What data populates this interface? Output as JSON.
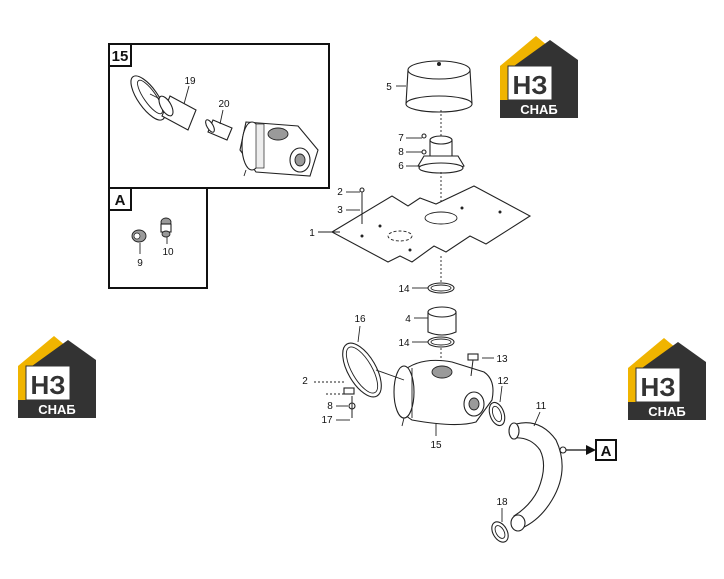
{
  "inset_15": {
    "label": "15",
    "parts": [
      "19",
      "20"
    ]
  },
  "inset_a": {
    "label": "A",
    "parts": [
      "9",
      "10"
    ]
  },
  "main_labels": {
    "p5": "5",
    "p7": "7",
    "p8_top": "8",
    "p6": "6",
    "p2_top": "2",
    "p3": "3",
    "p1": "1",
    "p14_upper": "14",
    "p4": "4",
    "p14_lower": "14",
    "p16": "16",
    "p13": "13",
    "p2_left": "2",
    "p12": "12",
    "p11": "11",
    "p8_left": "8",
    "p17": "17",
    "p15": "15",
    "p18": "18"
  },
  "callout_a": "A",
  "logo": {
    "letters": "НЗ",
    "text": "СНАБ",
    "accent": "#f0b400",
    "dark": "#333333"
  }
}
